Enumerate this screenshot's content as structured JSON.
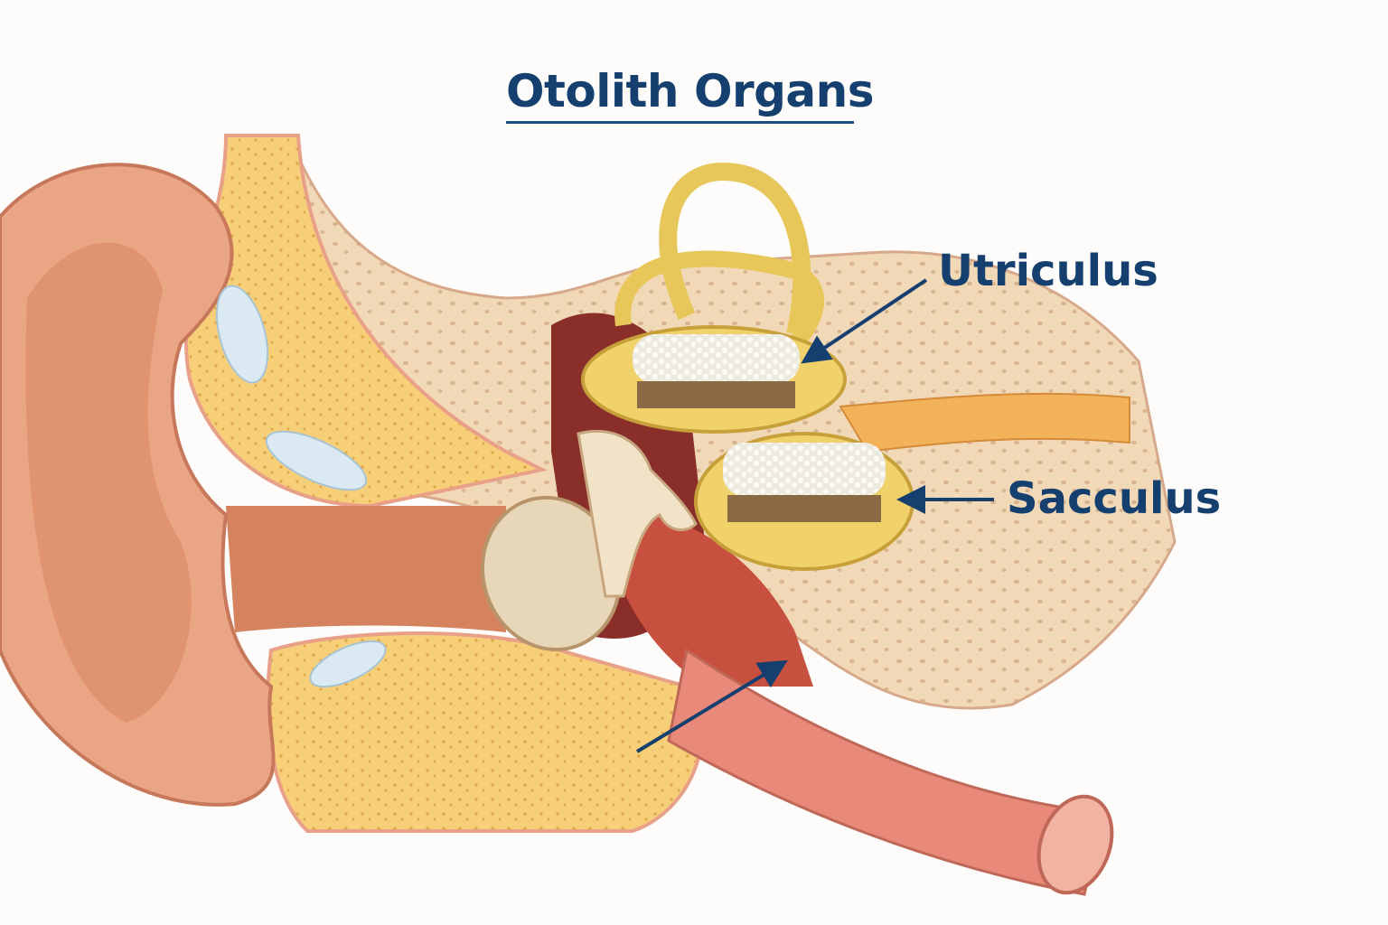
{
  "title": "Otolith Organs",
  "labels": {
    "utriculus": "Utriculus",
    "sacculus": "Sacculus"
  },
  "colors": {
    "label_text": "#143f6e",
    "arrow": "#143f6e",
    "skin": "#e9a27f",
    "bone": "#f1d9b8",
    "fat": "#f6c86a",
    "organ_yellow": "#f1d26a",
    "tube": "#e8897a"
  }
}
